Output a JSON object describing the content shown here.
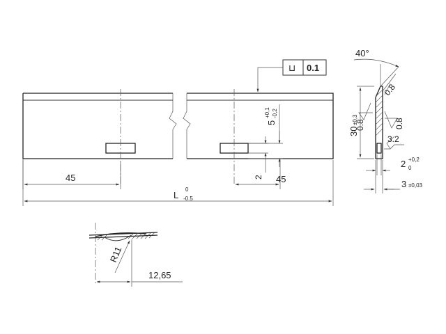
{
  "drawing": {
    "dim_45_left": "45",
    "dim_45_right": "45",
    "dim_L": "L",
    "dim_L_upper_tol": "0",
    "dim_L_lower_tol": "-0.5",
    "dim_2": "2",
    "dim_5": "5",
    "dim_5_upper_tol": "+0,1",
    "dim_5_lower_tol": "-0,2",
    "tolerance_symbol": "⊔",
    "tolerance_value": "0.1",
    "angle_40": "40°",
    "rough_08_top": "0.8",
    "rough_08_left": "0.8",
    "rough_08_right": "0.8",
    "rough_32": "3.2",
    "dim_30": "30",
    "dim_30_tol": "±0,3",
    "dim_2_right": "2",
    "dim_2_right_upper_tol": "+0,2",
    "dim_2_right_lower_tol": "0",
    "dim_3": "3",
    "dim_3_tol": "±0,03",
    "dim_R11": "R11",
    "dim_1265": "12,65"
  }
}
